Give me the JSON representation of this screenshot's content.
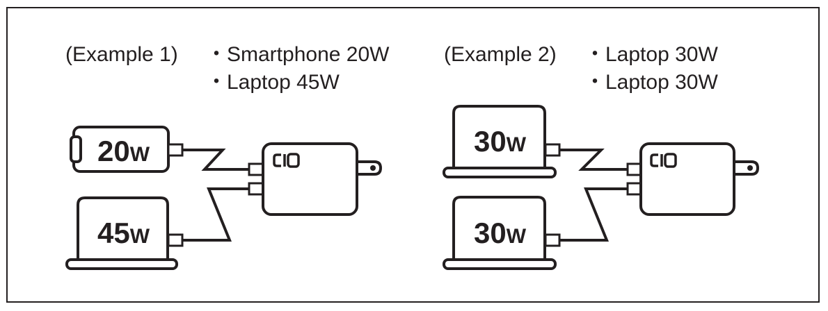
{
  "examples": [
    {
      "label": "(Example 1)",
      "items": [
        "・Smartphone 20W",
        "・Laptop 45W"
      ],
      "devices": [
        {
          "type": "smartphone",
          "watts": "20",
          "unit": "W"
        },
        {
          "type": "laptop",
          "watts": "45",
          "unit": "W"
        }
      ],
      "charger_logo": "CIO"
    },
    {
      "label": "(Example 2)",
      "items": [
        "・Laptop 30W",
        "・Laptop 30W"
      ],
      "devices": [
        {
          "type": "laptop",
          "watts": "30",
          "unit": "W"
        },
        {
          "type": "laptop",
          "watts": "30",
          "unit": "W"
        }
      ],
      "charger_logo": "CIO"
    }
  ],
  "colors": {
    "stroke": "#231f20",
    "background": "#ffffff"
  }
}
